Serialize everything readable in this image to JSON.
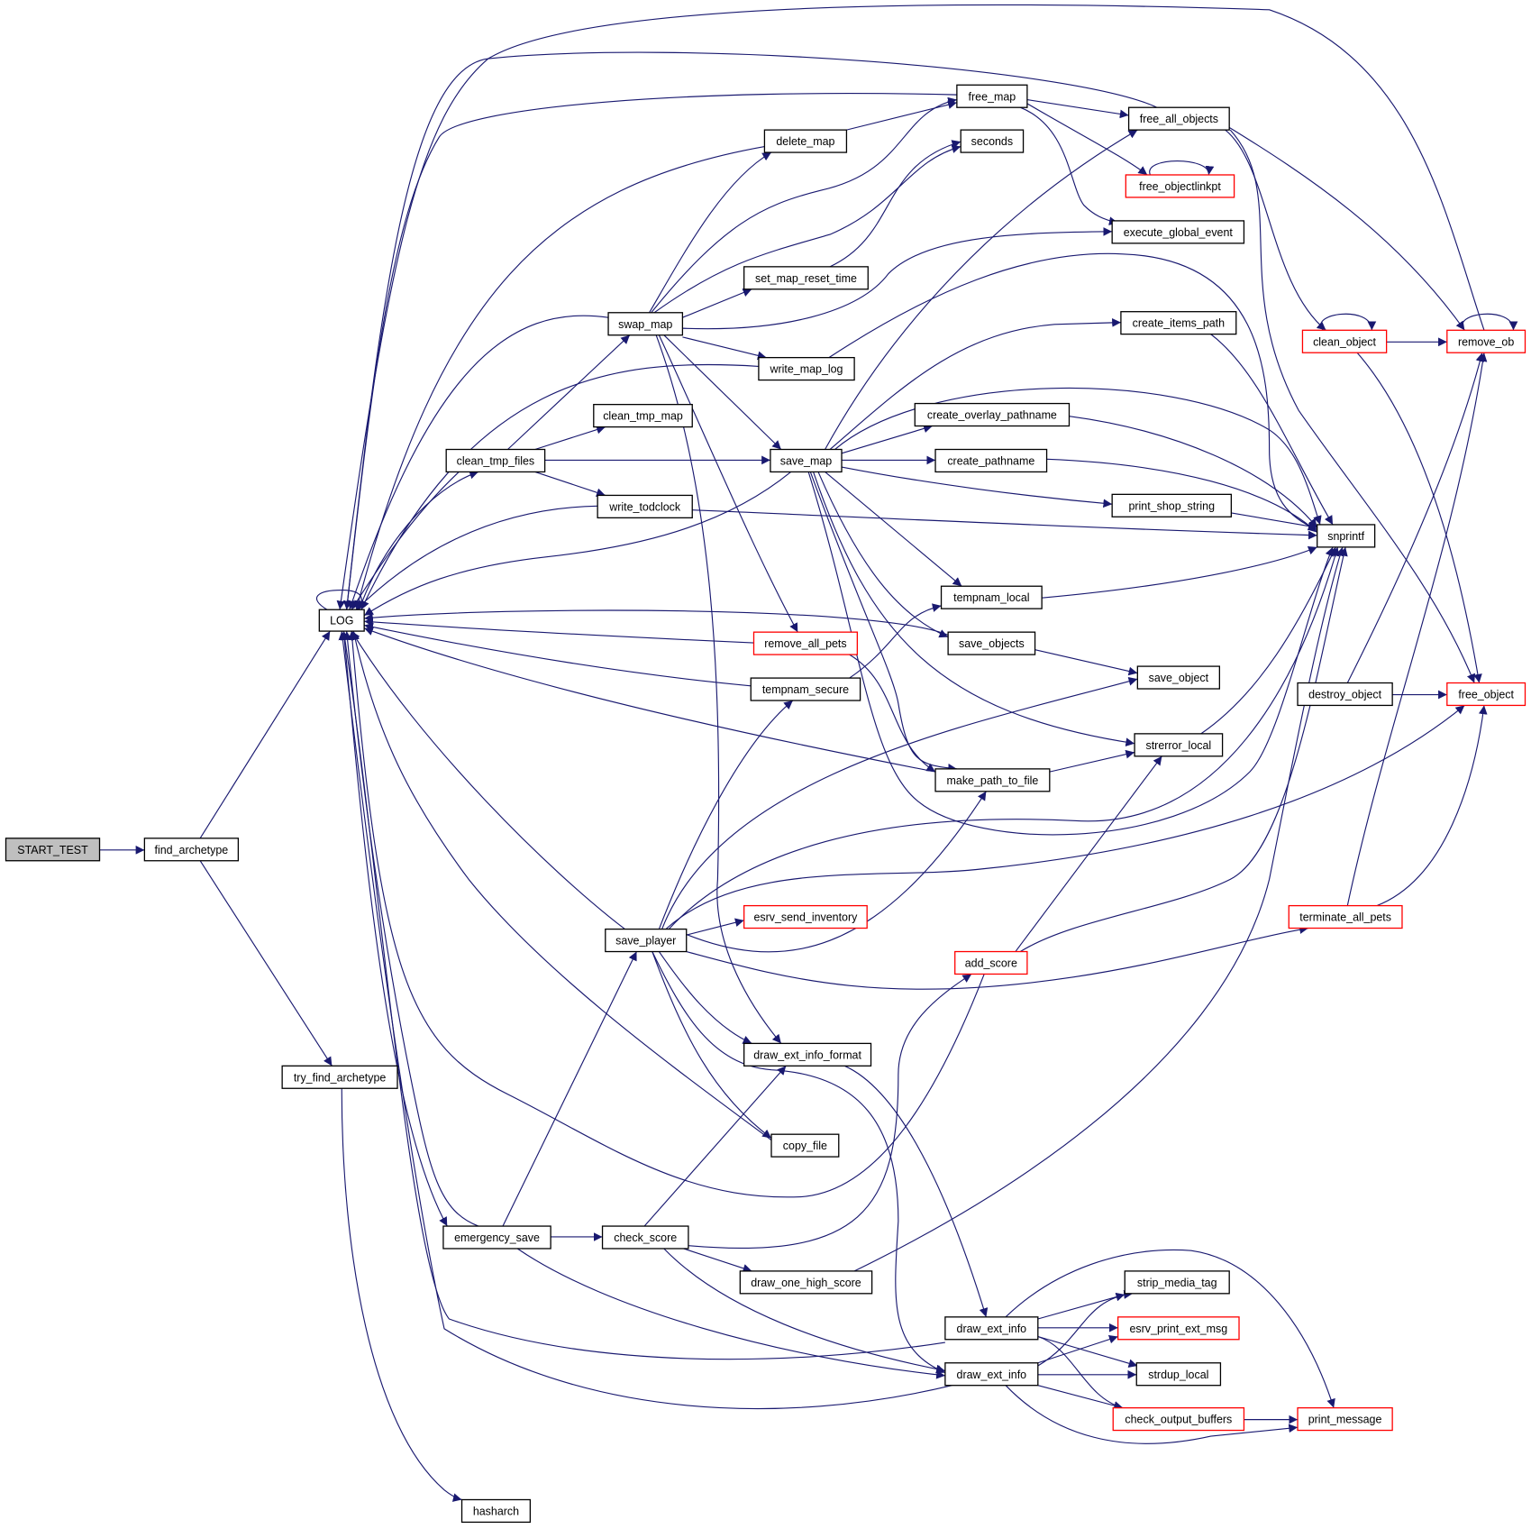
{
  "graph": {
    "title": "START_TEST call graph",
    "colors": {
      "edge": "#191970",
      "root_fill": "#bfbfbf",
      "node_border": "#000000",
      "truncated_border": "#ff0000"
    },
    "nodes": [
      {
        "id": "START_TEST",
        "label": "START_TEST",
        "style": "root"
      },
      {
        "id": "find_archetype",
        "label": "find_archetype",
        "style": "normal"
      },
      {
        "id": "LOG",
        "label": "LOG",
        "style": "normal"
      },
      {
        "id": "try_find_archetype",
        "label": "try_find_archetype",
        "style": "normal"
      },
      {
        "id": "hasharch",
        "label": "hasharch",
        "style": "normal"
      },
      {
        "id": "clean_tmp_files",
        "label": "clean_tmp_files",
        "style": "normal"
      },
      {
        "id": "emergency_save",
        "label": "emergency_save",
        "style": "normal"
      },
      {
        "id": "swap_map",
        "label": "swap_map",
        "style": "normal"
      },
      {
        "id": "clean_tmp_map",
        "label": "clean_tmp_map",
        "style": "normal"
      },
      {
        "id": "write_todclock",
        "label": "write_todclock",
        "style": "normal"
      },
      {
        "id": "save_player",
        "label": "save_player",
        "style": "normal"
      },
      {
        "id": "check_score",
        "label": "check_score",
        "style": "normal"
      },
      {
        "id": "delete_map",
        "label": "delete_map",
        "style": "normal"
      },
      {
        "id": "set_map_reset_time",
        "label": "set_map_reset_time",
        "style": "normal"
      },
      {
        "id": "write_map_log",
        "label": "write_map_log",
        "style": "normal"
      },
      {
        "id": "save_map",
        "label": "save_map",
        "style": "normal"
      },
      {
        "id": "remove_all_pets",
        "label": "remove_all_pets",
        "style": "truncated"
      },
      {
        "id": "tempnam_secure",
        "label": "tempnam_secure",
        "style": "normal"
      },
      {
        "id": "esrv_send_inventory",
        "label": "esrv_send_inventory",
        "style": "truncated"
      },
      {
        "id": "draw_ext_info_format",
        "label": "draw_ext_info_format",
        "style": "normal"
      },
      {
        "id": "copy_file",
        "label": "copy_file",
        "style": "normal"
      },
      {
        "id": "draw_one_high_score",
        "label": "draw_one_high_score",
        "style": "normal"
      },
      {
        "id": "free_map",
        "label": "free_map",
        "style": "normal"
      },
      {
        "id": "seconds",
        "label": "seconds",
        "style": "normal"
      },
      {
        "id": "create_overlay_pathname",
        "label": "create_overlay_pathname",
        "style": "normal"
      },
      {
        "id": "create_pathname",
        "label": "create_pathname",
        "style": "normal"
      },
      {
        "id": "tempnam_local",
        "label": "tempnam_local",
        "style": "normal"
      },
      {
        "id": "save_objects",
        "label": "save_objects",
        "style": "normal"
      },
      {
        "id": "make_path_to_file",
        "label": "make_path_to_file",
        "style": "normal"
      },
      {
        "id": "add_score",
        "label": "add_score",
        "style": "truncated"
      },
      {
        "id": "draw_ext_info_1",
        "label": "draw_ext_info",
        "style": "normal"
      },
      {
        "id": "draw_ext_info_2",
        "label": "draw_ext_info",
        "style": "normal"
      },
      {
        "id": "free_all_objects",
        "label": "free_all_objects",
        "style": "normal"
      },
      {
        "id": "free_objectlinkpt",
        "label": "free_objectlinkpt",
        "style": "truncated"
      },
      {
        "id": "execute_global_event",
        "label": "execute_global_event",
        "style": "normal"
      },
      {
        "id": "create_items_path",
        "label": "create_items_path",
        "style": "normal"
      },
      {
        "id": "print_shop_string",
        "label": "print_shop_string",
        "style": "normal"
      },
      {
        "id": "save_object",
        "label": "save_object",
        "style": "normal"
      },
      {
        "id": "strerror_local",
        "label": "strerror_local",
        "style": "normal"
      },
      {
        "id": "strip_media_tag",
        "label": "strip_media_tag",
        "style": "normal"
      },
      {
        "id": "esrv_print_ext_msg",
        "label": "esrv_print_ext_msg",
        "style": "truncated"
      },
      {
        "id": "strdup_local",
        "label": "strdup_local",
        "style": "normal"
      },
      {
        "id": "check_output_buffers",
        "label": "check_output_buffers",
        "style": "truncated"
      },
      {
        "id": "snprintf",
        "label": "snprintf",
        "style": "normal"
      },
      {
        "id": "terminate_all_pets",
        "label": "terminate_all_pets",
        "style": "truncated"
      },
      {
        "id": "clean_object",
        "label": "clean_object",
        "style": "truncated"
      },
      {
        "id": "destroy_object",
        "label": "destroy_object",
        "style": "normal"
      },
      {
        "id": "print_message",
        "label": "print_message",
        "style": "truncated"
      },
      {
        "id": "remove_ob",
        "label": "remove_ob",
        "style": "truncated"
      },
      {
        "id": "free_object",
        "label": "free_object",
        "style": "truncated"
      }
    ]
  }
}
